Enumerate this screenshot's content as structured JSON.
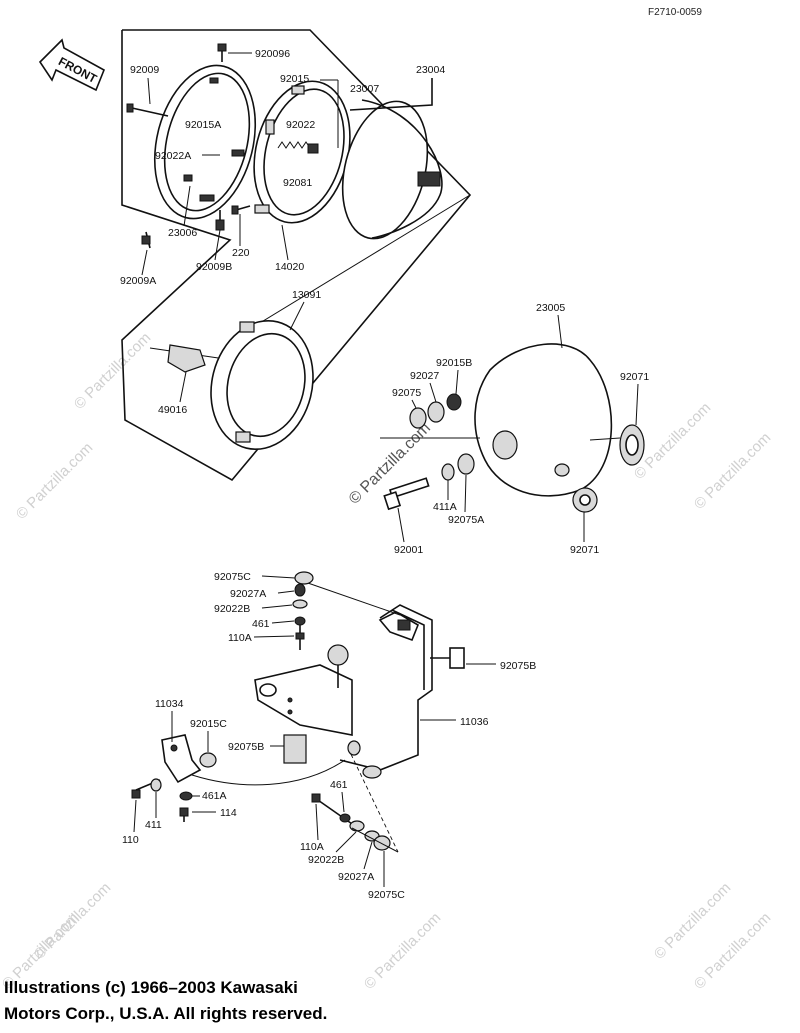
{
  "diagram": {
    "doc_code": "F2710-0059",
    "front_label": "FRONT",
    "copyright_line1": "Illustrations (c) 1966–2003 Kawasaki",
    "copyright_line2": "Motors Corp., U.S.A.  All rights reserved.",
    "watermark": "© Partzilla.com",
    "watermark_center": "© Partzilla.com",
    "parts": [
      {
        "id": "p-920096",
        "label": "920096"
      },
      {
        "id": "p-23004",
        "label": "23004"
      },
      {
        "id": "p-92009",
        "label": "92009"
      },
      {
        "id": "p-92015",
        "label": "92015"
      },
      {
        "id": "p-23007",
        "label": "23007"
      },
      {
        "id": "p-92015A",
        "label": "92015A"
      },
      {
        "id": "p-92022",
        "label": "92022"
      },
      {
        "id": "p-92022A",
        "label": "92022A"
      },
      {
        "id": "p-92081",
        "label": "92081"
      },
      {
        "id": "p-23006",
        "label": "23006"
      },
      {
        "id": "p-220",
        "label": "220"
      },
      {
        "id": "p-14020",
        "label": "14020"
      },
      {
        "id": "p-92009A",
        "label": "92009A"
      },
      {
        "id": "p-92009B",
        "label": "92009B"
      },
      {
        "id": "p-13091",
        "label": "13091"
      },
      {
        "id": "p-23005",
        "label": "23005"
      },
      {
        "id": "p-92015B",
        "label": "92015B"
      },
      {
        "id": "p-92027",
        "label": "92027"
      },
      {
        "id": "p-92075",
        "label": "92075"
      },
      {
        "id": "p-92071a",
        "label": "92071"
      },
      {
        "id": "p-49016",
        "label": "49016"
      },
      {
        "id": "p-411A",
        "label": "411A"
      },
      {
        "id": "p-92075A",
        "label": "92075A"
      },
      {
        "id": "p-92001",
        "label": "92001"
      },
      {
        "id": "p-92071b",
        "label": "92071"
      },
      {
        "id": "p-92075C-top",
        "label": "92075C"
      },
      {
        "id": "p-92027A-top",
        "label": "92027A"
      },
      {
        "id": "p-92022B-top",
        "label": "92022B"
      },
      {
        "id": "p-461",
        "label": "461"
      },
      {
        "id": "p-110A-top",
        "label": "110A"
      },
      {
        "id": "p-92075B-right",
        "label": "92075B"
      },
      {
        "id": "p-11034",
        "label": "11034"
      },
      {
        "id": "p-11036",
        "label": "11036"
      },
      {
        "id": "p-92015C",
        "label": "92015C"
      },
      {
        "id": "p-92075B-left",
        "label": "92075B"
      },
      {
        "id": "p-461A",
        "label": "461A"
      },
      {
        "id": "p-461b",
        "label": "461"
      },
      {
        "id": "p-114",
        "label": "114"
      },
      {
        "id": "p-110",
        "label": "110"
      },
      {
        "id": "p-411",
        "label": "411"
      },
      {
        "id": "p-110A-bot",
        "label": "110A"
      },
      {
        "id": "p-92022B-bot",
        "label": "92022B"
      },
      {
        "id": "p-92027A-bot",
        "label": "92027A"
      },
      {
        "id": "p-92075C-bot",
        "label": "92075C"
      }
    ]
  }
}
